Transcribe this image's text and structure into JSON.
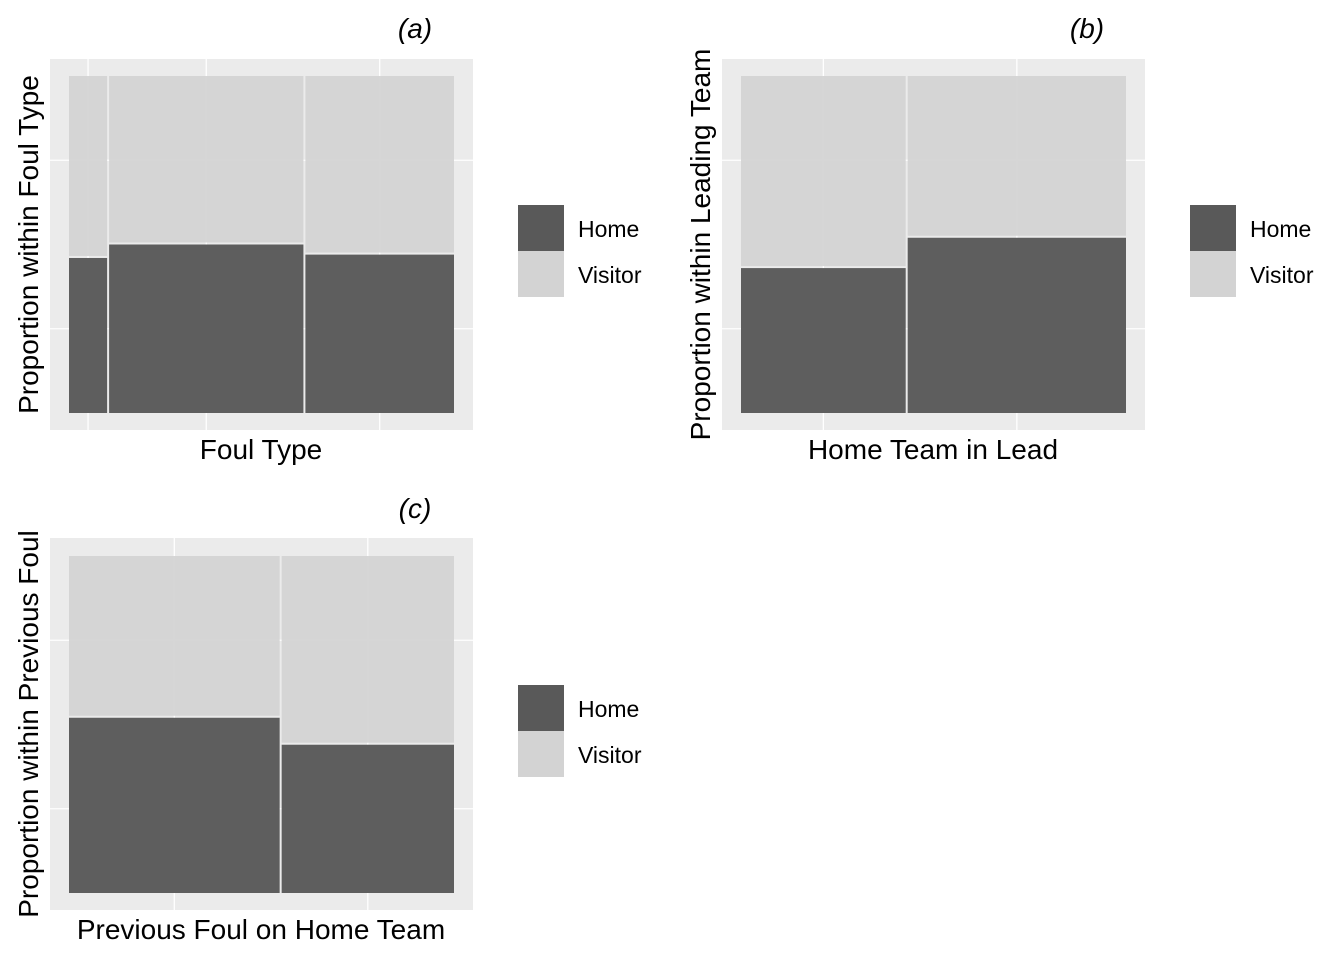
{
  "colors": {
    "panel_background": "#ebebeb",
    "grid": "#ffffff",
    "home": "#595959",
    "visitor": "#d3d3d3"
  },
  "chart_data": [
    {
      "type": "mosaic",
      "panel_label": "(a)",
      "xlabel": "Foul Type",
      "ylabel": "Proportion within Foul Type",
      "ylim": [
        0,
        1
      ],
      "grid": true,
      "x_tick_labels_shown": false,
      "y_tick_labels_shown": false,
      "legend_position": "right",
      "categories_count": 3,
      "category_shares": [
        0.1,
        0.51,
        0.39
      ],
      "series": [
        {
          "name": "Home",
          "color": "#595959",
          "values": [
            0.46,
            0.5,
            0.47
          ]
        },
        {
          "name": "Visitor",
          "color": "#d3d3d3",
          "values": [
            0.54,
            0.5,
            0.53
          ]
        }
      ]
    },
    {
      "type": "mosaic",
      "panel_label": "(b)",
      "xlabel": "Home Team in Lead",
      "ylabel": "Proportion within Leading Team",
      "ylim": [
        0,
        1
      ],
      "grid": true,
      "x_tick_labels_shown": false,
      "y_tick_labels_shown": false,
      "legend_position": "right",
      "categories_count": 2,
      "category_shares": [
        0.43,
        0.57
      ],
      "series": [
        {
          "name": "Home",
          "color": "#595959",
          "values": [
            0.43,
            0.52
          ]
        },
        {
          "name": "Visitor",
          "color": "#d3d3d3",
          "values": [
            0.57,
            0.48
          ]
        }
      ]
    },
    {
      "type": "mosaic",
      "panel_label": "(c)",
      "xlabel": "Previous Foul on Home Team",
      "ylabel": "Proportion within Previous Foul",
      "ylim": [
        0,
        1
      ],
      "grid": true,
      "x_tick_labels_shown": false,
      "y_tick_labels_shown": false,
      "legend_position": "right",
      "categories_count": 2,
      "category_shares": [
        0.55,
        0.45
      ],
      "series": [
        {
          "name": "Home",
          "color": "#595959",
          "values": [
            0.52,
            0.44
          ]
        },
        {
          "name": "Visitor",
          "color": "#d3d3d3",
          "values": [
            0.48,
            0.56
          ]
        }
      ]
    }
  ]
}
